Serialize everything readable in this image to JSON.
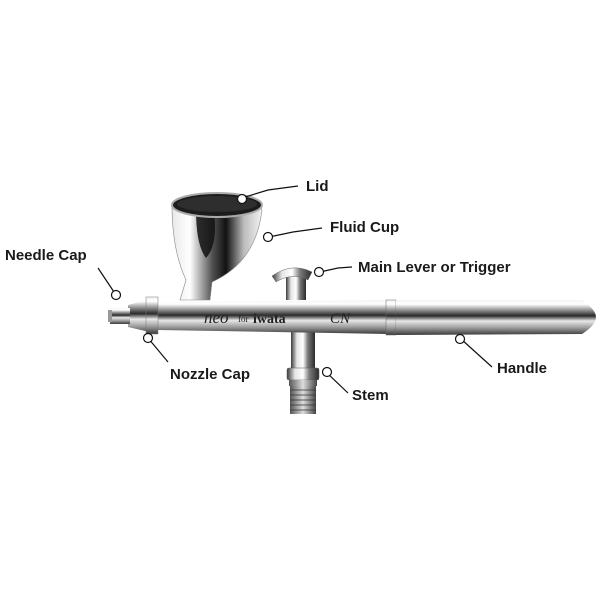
{
  "labels": {
    "lid": "Lid",
    "fluid_cup": "Fluid Cup",
    "needle_cap": "Needle Cap",
    "main_lever": "Main Lever or Trigger",
    "nozzle_cap": "Nozzle Cap",
    "handle": "Handle",
    "stem": "Stem"
  },
  "brand": {
    "model": "neo",
    "for": "for",
    "maker": "iwata",
    "series": "CN"
  },
  "colors": {
    "background": "#ffffff",
    "label_text": "#1a1a1a",
    "leader_line": "#111111"
  }
}
